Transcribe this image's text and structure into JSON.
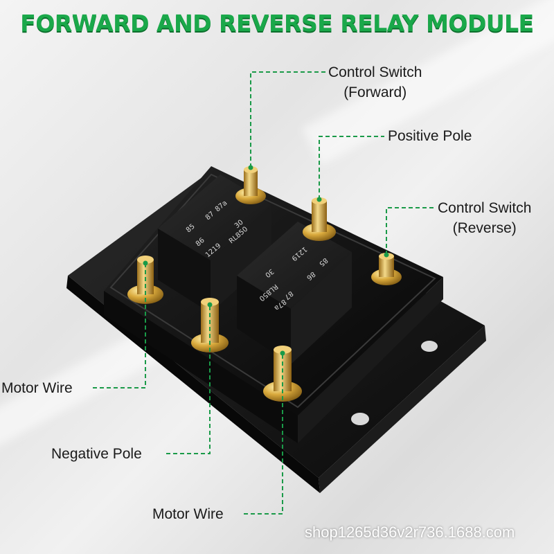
{
  "title": "FORWARD AND REVERSE RELAY MODULE",
  "labels": {
    "control_forward_line1": "Control Switch",
    "control_forward_line2": "(Forward)",
    "positive_pole": "Positive Pole",
    "control_reverse_line1": "Control Switch",
    "control_reverse_line2": "(Reverse)",
    "motor_wire_left": "Motor Wire",
    "negative_pole": "Negative Pole",
    "motor_wire_bottom": "Motor Wire"
  },
  "relay_markings": {
    "pin_85": "85",
    "pin_86": "86",
    "pin_87": "87",
    "pin_87a": "87a",
    "pin_30": "30",
    "model": "RL850",
    "code": "1219"
  },
  "watermark": "shop1265d36v2r736.1688.com",
  "colors": {
    "title_green": "#1aa84a",
    "leader_green": "#1a9a48",
    "housing": "#141414",
    "brass": "#d4a640"
  }
}
